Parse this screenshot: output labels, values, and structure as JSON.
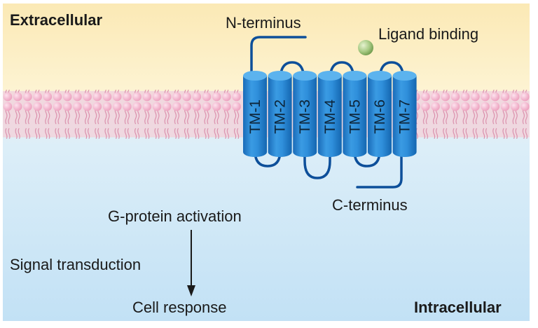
{
  "regions": {
    "extracellular": "Extracellular",
    "intracellular": "Intracellular"
  },
  "labels": {
    "n_terminus": "N-terminus",
    "c_terminus": "C-terminus",
    "ligand_binding": "Ligand binding",
    "g_protein_activation": "G-protein activation",
    "signal_transduction": "Signal transduction",
    "cell_response": "Cell response"
  },
  "helices": [
    {
      "label": "TM-1"
    },
    {
      "label": "TM-2"
    },
    {
      "label": "TM-3"
    },
    {
      "label": "TM-4"
    },
    {
      "label": "TM-5"
    },
    {
      "label": "TM-6"
    },
    {
      "label": "TM-7"
    }
  ],
  "colors": {
    "extracellular_bg": "#fcefc4",
    "intracellular_bg": "#c5e3f5",
    "membrane": "#f2c9d6",
    "lipid_head": "#f5b8cf",
    "helix": "#2a8ad6",
    "loop": "#0d4f9a",
    "ligand": "#9cc47a"
  }
}
